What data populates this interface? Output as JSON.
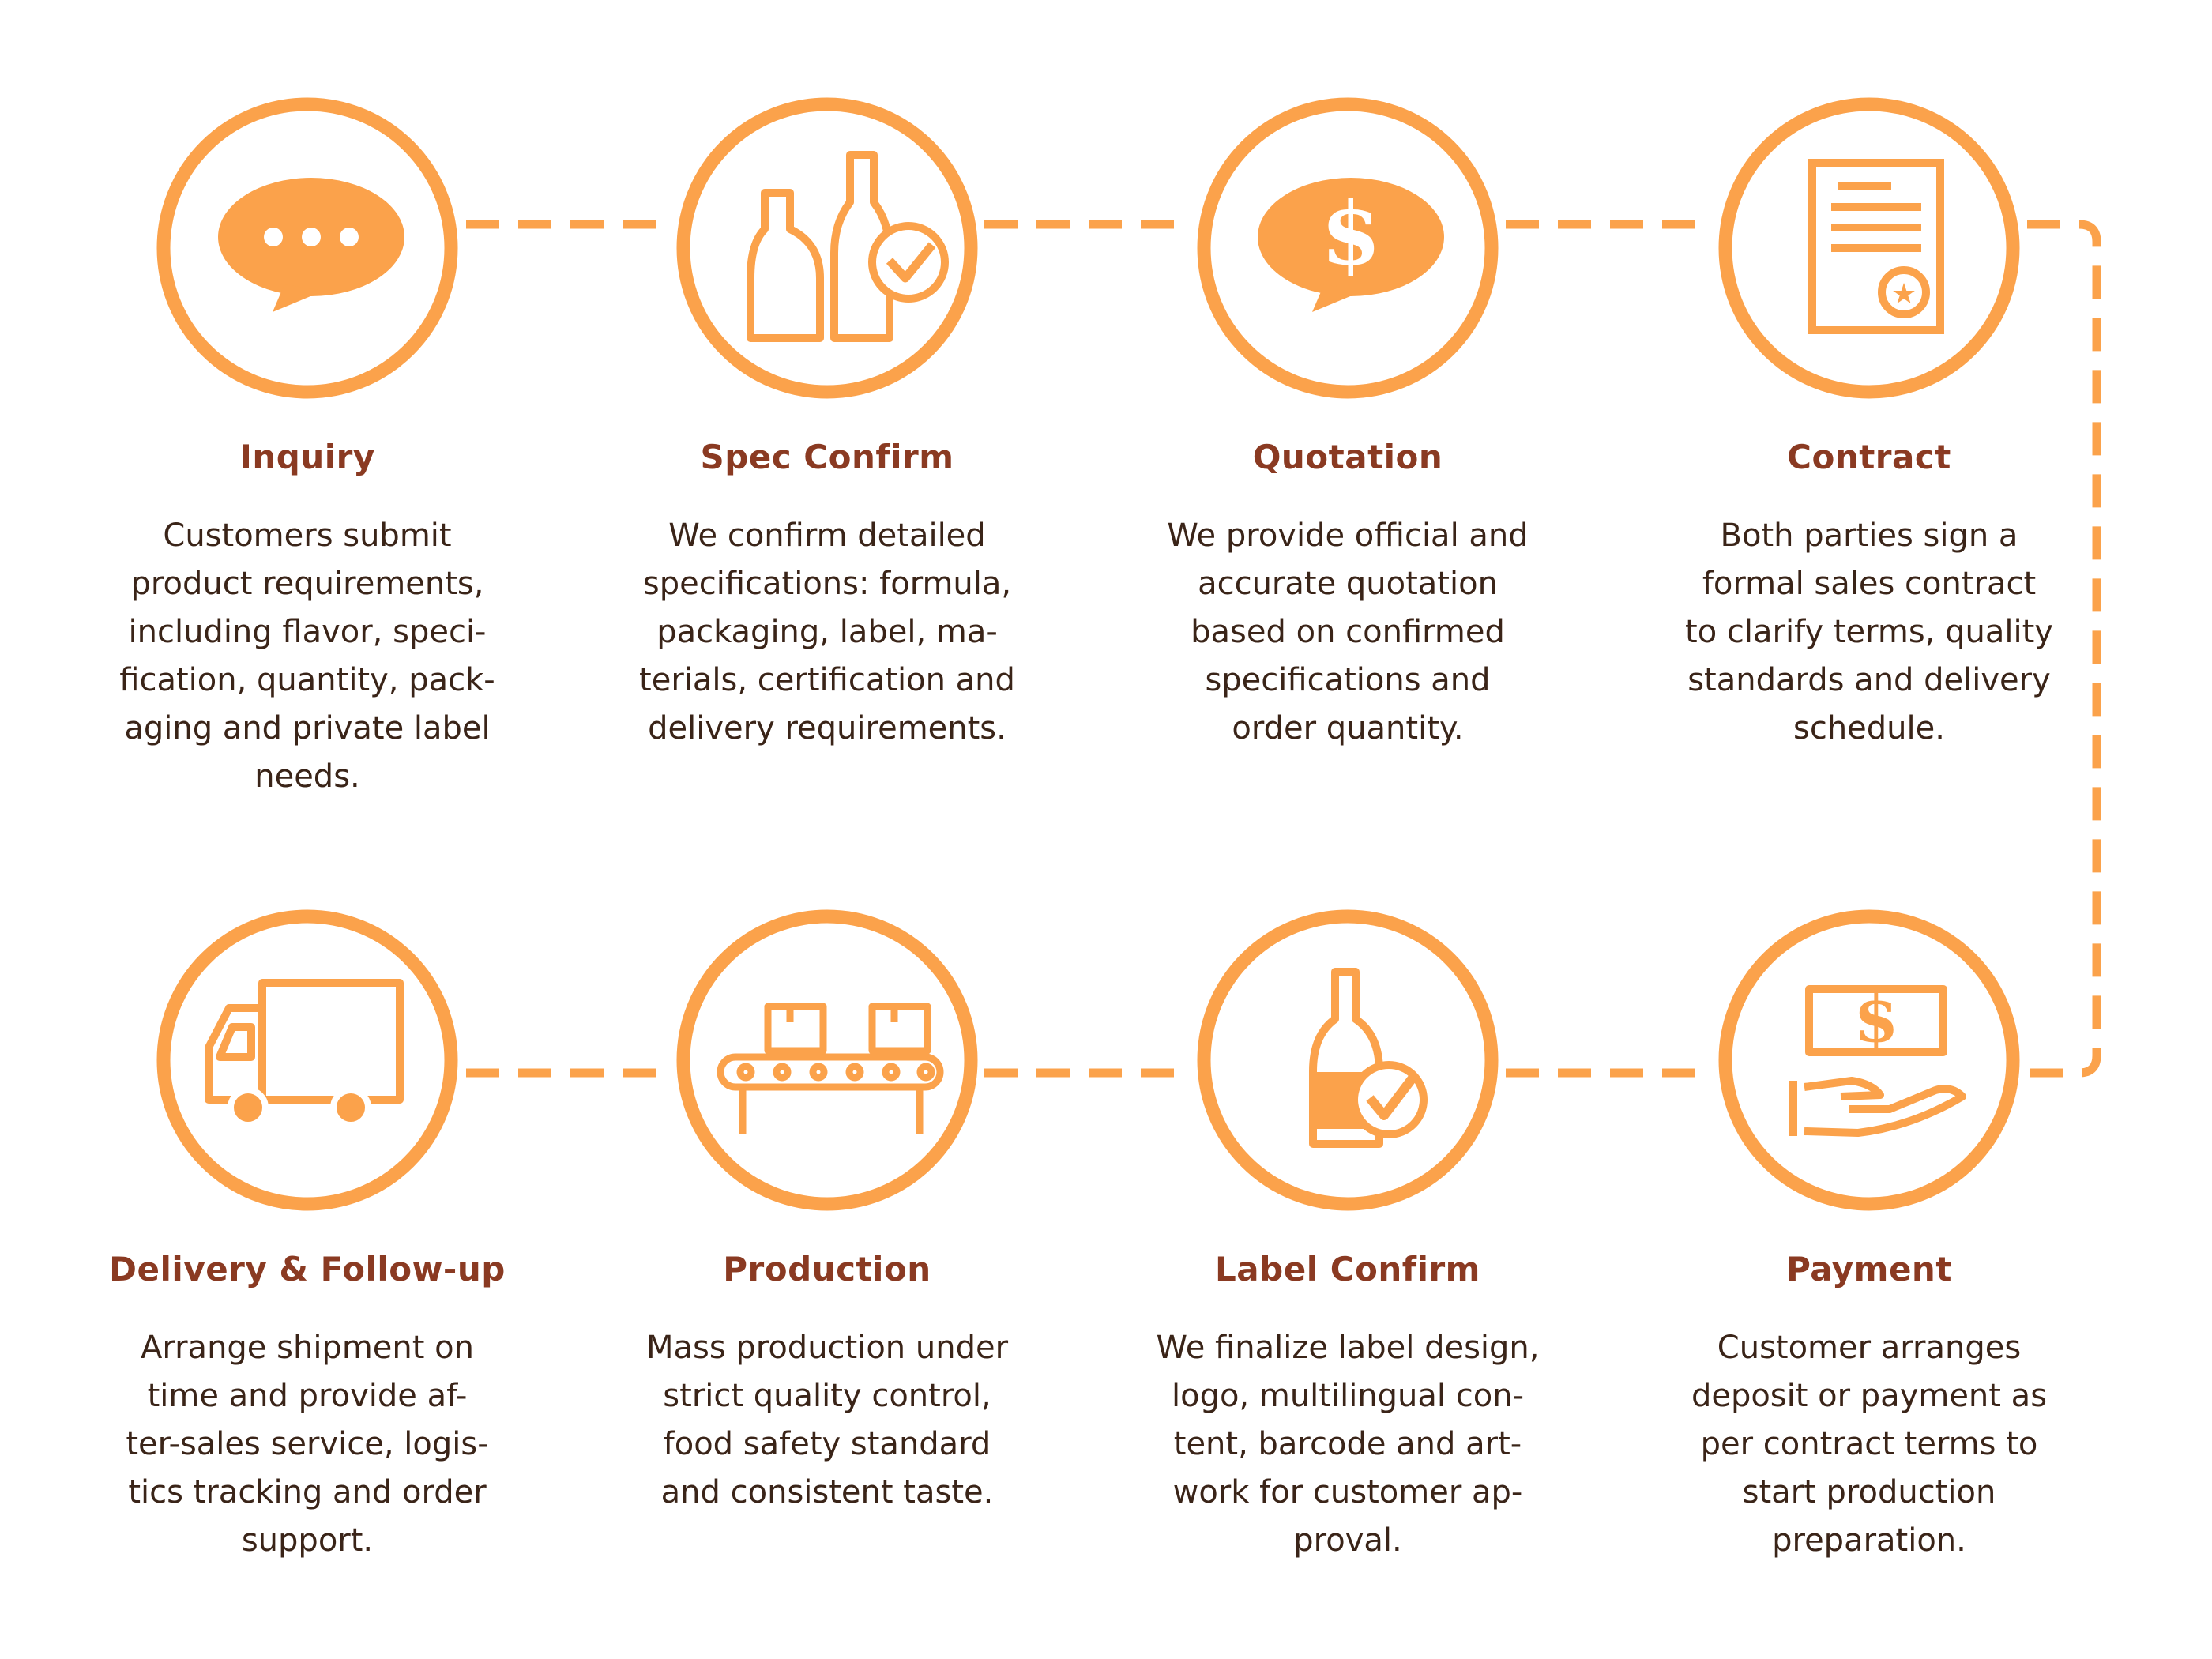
{
  "colors": {
    "accent": "#FBA24B",
    "title": "#8A3A22",
    "text": "#3A2418",
    "background": "#FFFFFF"
  },
  "steps": [
    {
      "title": "Inquiry",
      "icon": "speech-bubble-icon",
      "description": "Customers submit\nproduct requirements,\nincluding flavor, speci-\nfication, quantity, pack-\naging and private label\nneeds."
    },
    {
      "title": "Spec Confirm",
      "icon": "bottles-check-icon",
      "description": "We confirm detailed\nspecifications: formula,\npackaging, label, ma-\nterials, certification and\ndelivery requirements."
    },
    {
      "title": "Quotation",
      "icon": "dollar-bubble-icon",
      "description": "We provide official and\naccurate quotation\nbased on confirmed\nspecifications and\norder quantity."
    },
    {
      "title": "Contract",
      "icon": "contract-document-icon",
      "description": "Both parties sign a\nformal sales contract\nto clarify terms, quality\nstandards and delivery\nschedule."
    },
    {
      "title": "Delivery & Follow-up",
      "icon": "truck-icon",
      "description": "Arrange shipment on\ntime and provide af-\nter-sales service, logis-\ntics tracking and order\nsupport."
    },
    {
      "title": "Production",
      "icon": "conveyor-belt-icon",
      "description": "Mass production under\nstrict quality control,\nfood safety standard\nand consistent taste."
    },
    {
      "title": "Label Confirm",
      "icon": "bottle-check-icon",
      "description": "We finalize label design,\nlogo, multilingual con-\ntent, barcode and art-\nwork for customer ap-\nproval."
    },
    {
      "title": "Payment",
      "icon": "hand-money-icon",
      "description": "Customer arranges\ndeposit or payment as\nper contract terms to\nstart production\npreparation."
    }
  ]
}
